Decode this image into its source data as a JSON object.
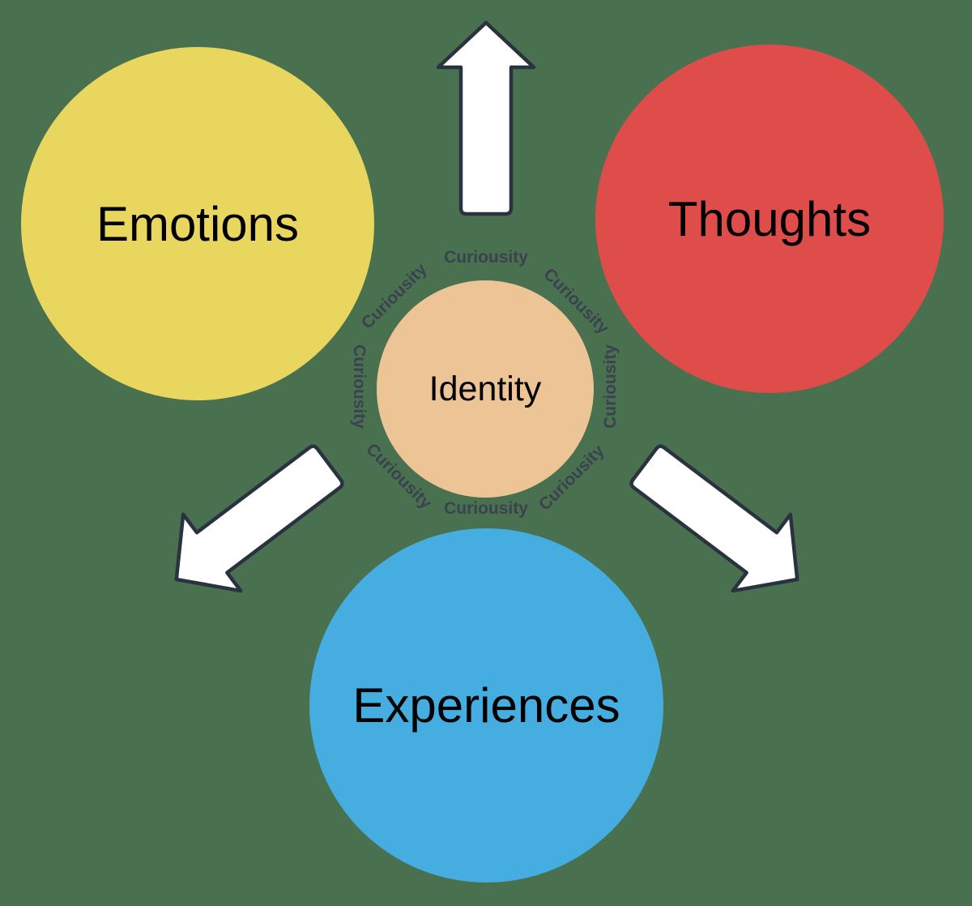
{
  "canvas": {
    "background_color": "#49714F"
  },
  "diagram": {
    "center_node": {
      "label": "Identity",
      "color": "#ECC495",
      "text_color": "#000000"
    },
    "outer_nodes": [
      {
        "id": "emotions",
        "label": "Emotions",
        "color": "#E9D65F"
      },
      {
        "id": "thoughts",
        "label": "Thoughts",
        "color": "#DE4D4A"
      },
      {
        "id": "experiences",
        "label": "Experiences",
        "color": "#45ADDF"
      }
    ],
    "ring_words": [
      "Curiousity",
      "Curiousity",
      "Curiousity",
      "Curiousity",
      "Curiousity",
      "Curiousity",
      "Curiousity",
      "Curiousity"
    ],
    "ring_word_color": "#3A4250",
    "arrows": {
      "fill": "#FFFFFF",
      "stroke": "#2A3240",
      "directions": [
        "up",
        "down-left",
        "down-right"
      ]
    }
  }
}
